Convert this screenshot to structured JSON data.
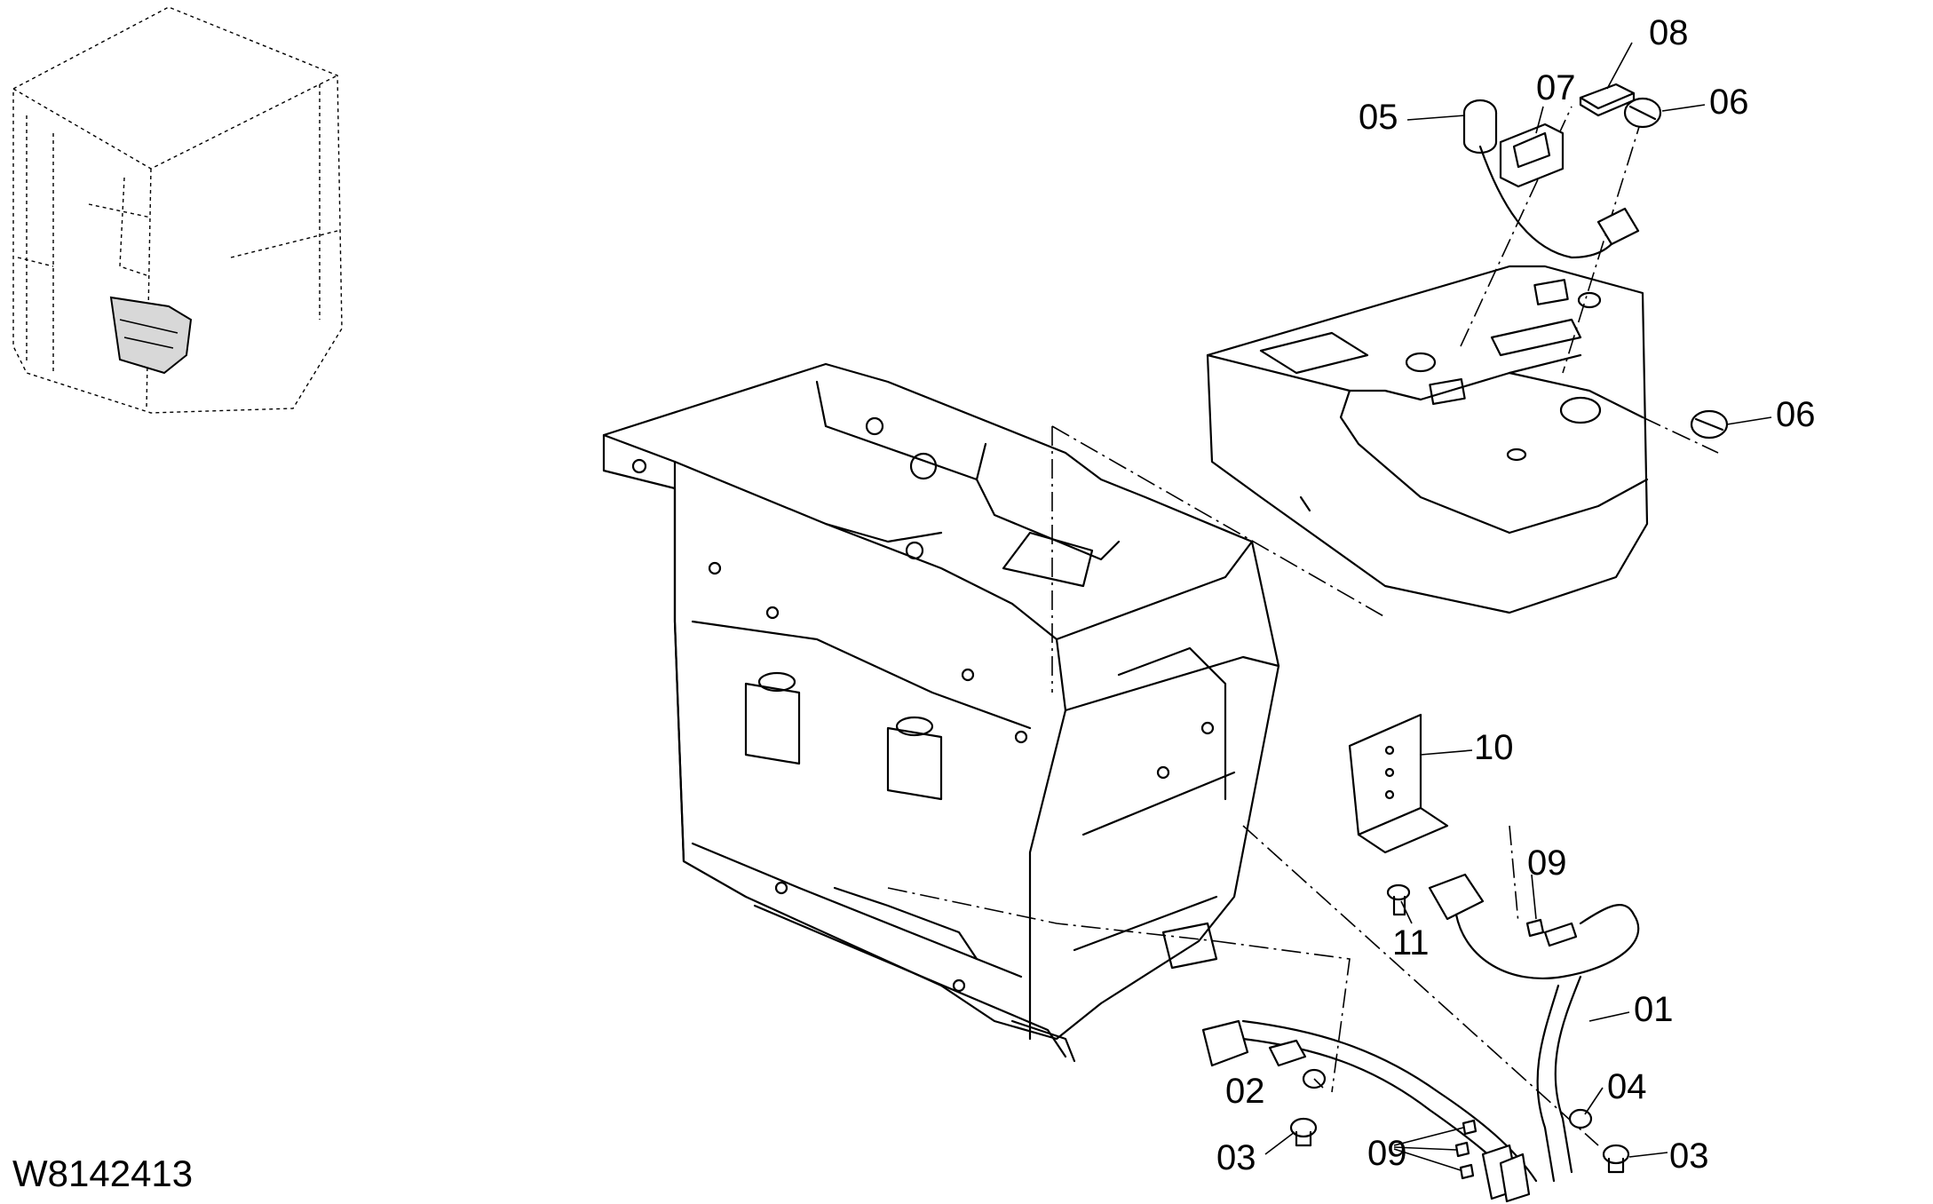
{
  "drawing_code": "W8142413",
  "callouts": [
    {
      "id": "c08",
      "text": "08"
    },
    {
      "id": "c07",
      "text": "07"
    },
    {
      "id": "c05",
      "text": "05"
    },
    {
      "id": "c06a",
      "text": "06"
    },
    {
      "id": "c06b",
      "text": "06"
    },
    {
      "id": "c10",
      "text": "10"
    },
    {
      "id": "c09a",
      "text": "09"
    },
    {
      "id": "c11",
      "text": "11"
    },
    {
      "id": "c01",
      "text": "01"
    },
    {
      "id": "c04",
      "text": "04"
    },
    {
      "id": "c02",
      "text": "02"
    },
    {
      "id": "c03a",
      "text": "03"
    },
    {
      "id": "c09b",
      "text": "09"
    },
    {
      "id": "c03b",
      "text": "03"
    }
  ]
}
